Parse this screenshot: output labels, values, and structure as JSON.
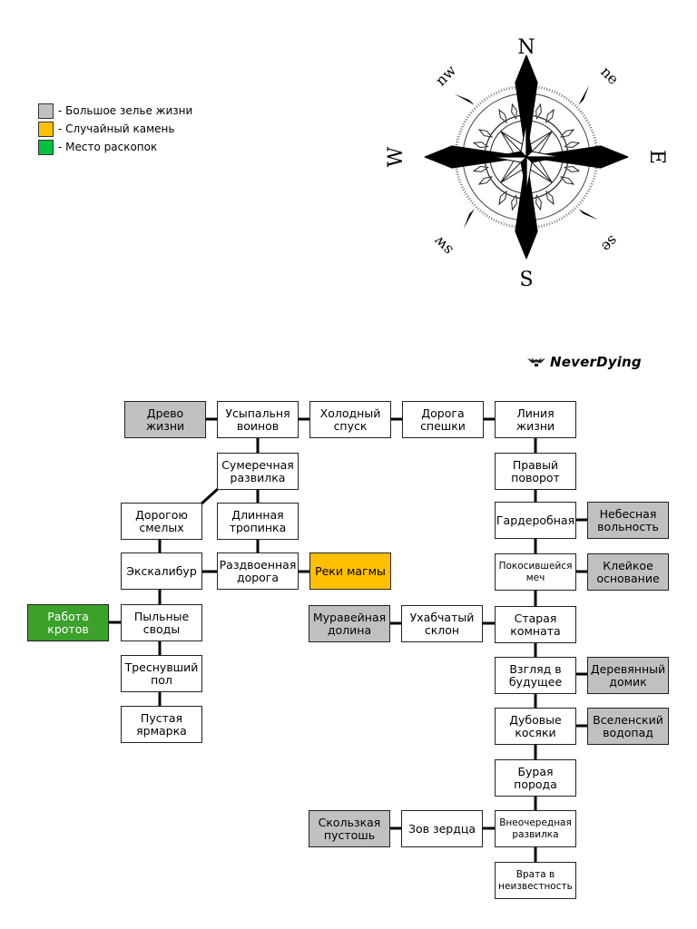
{
  "legend": [
    {
      "label": "- Большое зелье жизни",
      "color": "#c0c0c0"
    },
    {
      "label": "- Случайный камень",
      "color": "#ffc000"
    },
    {
      "label": "- Место раскопок",
      "color": "#00c040"
    }
  ],
  "compass": {
    "north": "N",
    "south": "S",
    "east": "E",
    "west": "W",
    "northwest": "nw",
    "northeast": "ne",
    "southwest": "sw",
    "southeast": "se"
  },
  "brand": {
    "name": "NeverDying"
  },
  "rooms": {
    "drevo": "Древо жизни",
    "usypalnya": "Усыпальня воинов",
    "holodny": "Холодный спуск",
    "doroga_speshki": "Дорога спешки",
    "liniya": "Линия жизни",
    "sumerechnaya": "Сумеречная развилка",
    "pravy": "Правый поворот",
    "dorogoyu": "Дорогою смелых",
    "dlinnaya": "Длинная тропинка",
    "garderobnaya": "Гардеробная",
    "nebesnaya": "Небесная вольность",
    "ekskalibur": "Экскалибур",
    "razdvoennaya": "Раздвоенная дорога",
    "reki": "Реки магмы",
    "pokosivsheysya": "Покосившейся меч",
    "kleykoe": "Клейкое основание",
    "rabota": "Работа кротов",
    "pylnye": "Пыльные своды",
    "muraveynaya": "Муравейная долина",
    "uhabchaty": "Ухабчатый склон",
    "staraya": "Старая комната",
    "tresnuvshiy": "Треснувший пол",
    "vzglyad": "Взгляд в будущее",
    "derevyanny": "Деревянный домик",
    "pustaya": "Пустая ярмарка",
    "dubovye": "Дубовые косяки",
    "vselensky": "Вселенский водопад",
    "buraya": "Бурая порода",
    "skolzkaya": "Скользкая пустошь",
    "zov": "Зов зердца",
    "vneocherednaya": "Внеочередная развилка",
    "vrata": "Врата в неизвестность"
  }
}
